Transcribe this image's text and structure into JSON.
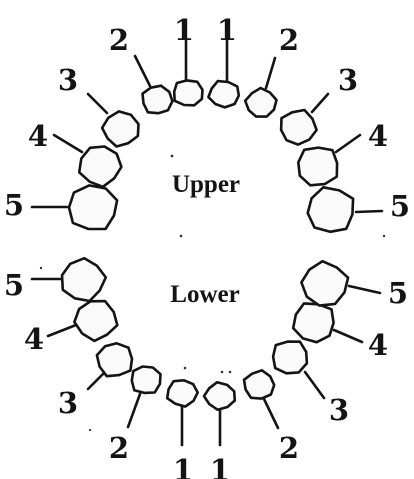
{
  "diagram": {
    "arches": [
      {
        "id": "upper",
        "label": "Upper",
        "teeth": [
          {
            "number": "5",
            "side": "left"
          },
          {
            "number": "4",
            "side": "left"
          },
          {
            "number": "3",
            "side": "left"
          },
          {
            "number": "2",
            "side": "left"
          },
          {
            "number": "1",
            "side": "left"
          },
          {
            "number": "1",
            "side": "right"
          },
          {
            "number": "2",
            "side": "right"
          },
          {
            "number": "3",
            "side": "right"
          },
          {
            "number": "4",
            "side": "right"
          },
          {
            "number": "5",
            "side": "right"
          }
        ]
      },
      {
        "id": "lower",
        "label": "Lower",
        "teeth": [
          {
            "number": "5",
            "side": "left"
          },
          {
            "number": "4",
            "side": "left"
          },
          {
            "number": "3",
            "side": "left"
          },
          {
            "number": "2",
            "side": "left"
          },
          {
            "number": "1",
            "side": "left"
          },
          {
            "number": "1",
            "side": "right"
          },
          {
            "number": "2",
            "side": "right"
          },
          {
            "number": "3",
            "side": "right"
          },
          {
            "number": "4",
            "side": "right"
          },
          {
            "number": "5",
            "side": "right"
          }
        ]
      }
    ],
    "colors": {
      "ink": "#141414",
      "paper": "#ffffff"
    }
  }
}
